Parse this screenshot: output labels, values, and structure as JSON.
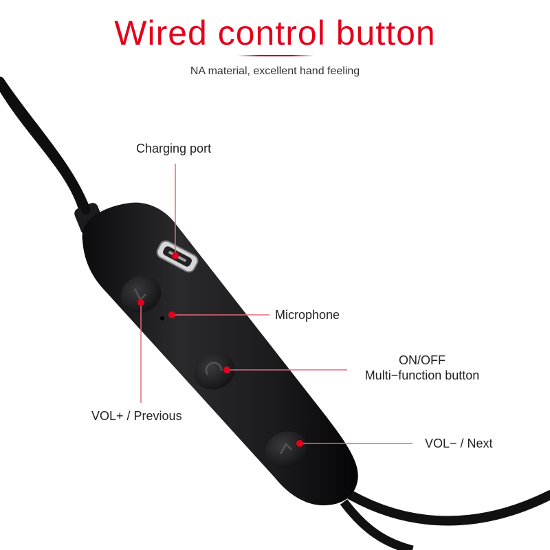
{
  "header": {
    "title": "Wired control button",
    "subtitle": "NA material, excellent hand feeling"
  },
  "callouts": {
    "charging_port": "Charging port",
    "microphone": "Microphone",
    "on_off": "ON/OFF",
    "multi_function": "Multi−function button",
    "vol_up_prev": "VOL+ / Previous",
    "vol_down_next": "VOL− / Next"
  },
  "colors": {
    "title": "#e3001b",
    "accent_rule": "#b00020",
    "callout_dot": "#e3001b",
    "callout_line": "#e36a7a",
    "device_body": "#1c1c1e",
    "cable": "#111111"
  }
}
